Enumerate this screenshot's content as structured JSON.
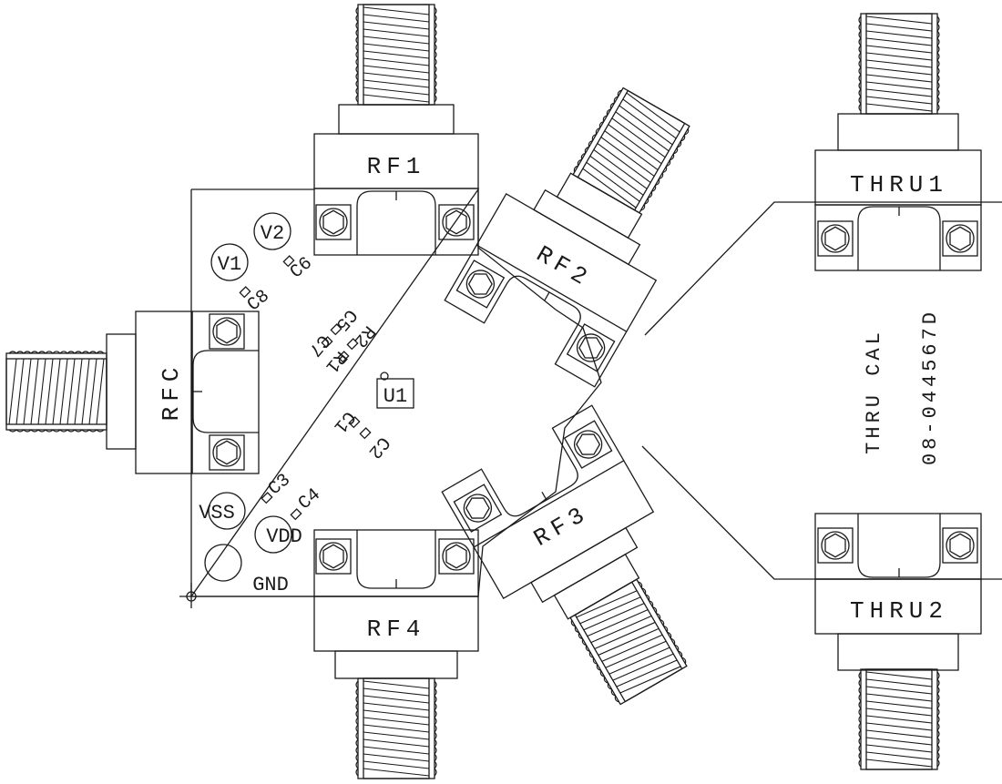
{
  "ports": {
    "rf1": "RF1",
    "rf2": "RF2",
    "rf3": "RF3",
    "rf4": "RF4",
    "rfc": "RFC",
    "thru1": "THRU1",
    "thru2": "THRU2"
  },
  "pads": {
    "v1": "V1",
    "v2": "V2",
    "vss": "VSS",
    "vdd": "VDD",
    "gnd": "GND"
  },
  "components": {
    "u1": "U1",
    "c1": "C1",
    "c2": "C2",
    "c3": "C3",
    "c4": "C4",
    "c5": "C5",
    "c6": "C6",
    "c7": "C7",
    "c8": "C8",
    "r1": "R1",
    "r2": "R2"
  },
  "cal": {
    "title": "THRU CAL",
    "part_number": "08-044567D"
  },
  "colors": {
    "line": "#1a1a1a",
    "background": "#ffffff"
  }
}
